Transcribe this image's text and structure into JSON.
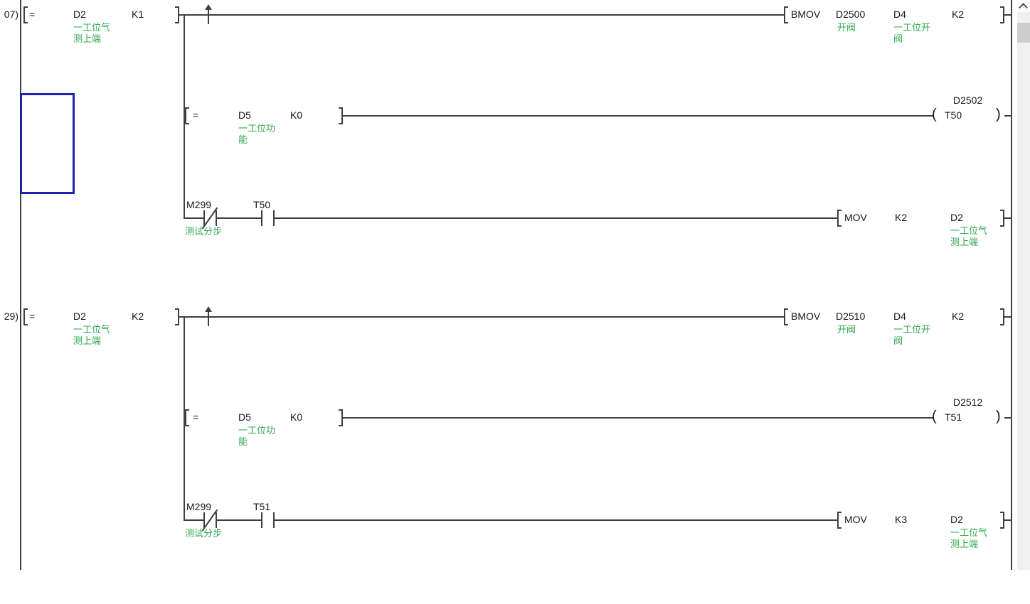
{
  "colors": {
    "wire": "#3f3f3f",
    "text": "#17171d",
    "comment": "#2fa84f",
    "selection": "#2121b0",
    "sbtrack": "#f0f0f0",
    "sbthumb": "#cdcdcd"
  },
  "rungs": [
    {
      "step": "07)",
      "main": {
        "compare": {
          "op": "=",
          "s1": "D2",
          "s2": "K1",
          "comment": "一工位气\n测上端"
        },
        "instr": {
          "name": "BMOV",
          "p1": "D2500",
          "p2": "D4",
          "p3": "K2",
          "p1_comment": "开阀",
          "p2_comment": "一工位开\n阀"
        }
      },
      "sub1": {
        "compare": {
          "op": "=",
          "s1": "D5",
          "s2": "K0",
          "comment": "一工位功\n能"
        },
        "coil": {
          "device": "T50",
          "preset": "D2502"
        }
      },
      "sub2": {
        "nc": {
          "device": "M299",
          "comment": "测试分步"
        },
        "no": {
          "device": "T50"
        },
        "instr": {
          "name": "MOV",
          "p1": "K2",
          "p2": "D2",
          "p2_comment": "一工位气\n测上端"
        }
      }
    },
    {
      "step": "29)",
      "main": {
        "compare": {
          "op": "=",
          "s1": "D2",
          "s2": "K2",
          "comment": "一工位气\n测上端"
        },
        "instr": {
          "name": "BMOV",
          "p1": "D2510",
          "p2": "D4",
          "p3": "K2",
          "p1_comment": "开阀",
          "p2_comment": "一工位开\n阀"
        }
      },
      "sub1": {
        "compare": {
          "op": "=",
          "s1": "D5",
          "s2": "K0",
          "comment": "一工位功\n能"
        },
        "coil": {
          "device": "T51",
          "preset": "D2512"
        }
      },
      "sub2": {
        "nc": {
          "device": "M299",
          "comment": "测试分步"
        },
        "no": {
          "device": "T51"
        },
        "instr": {
          "name": "MOV",
          "p1": "K3",
          "p2": "D2",
          "p2_comment": "一工位气\n测上端"
        }
      }
    }
  ]
}
